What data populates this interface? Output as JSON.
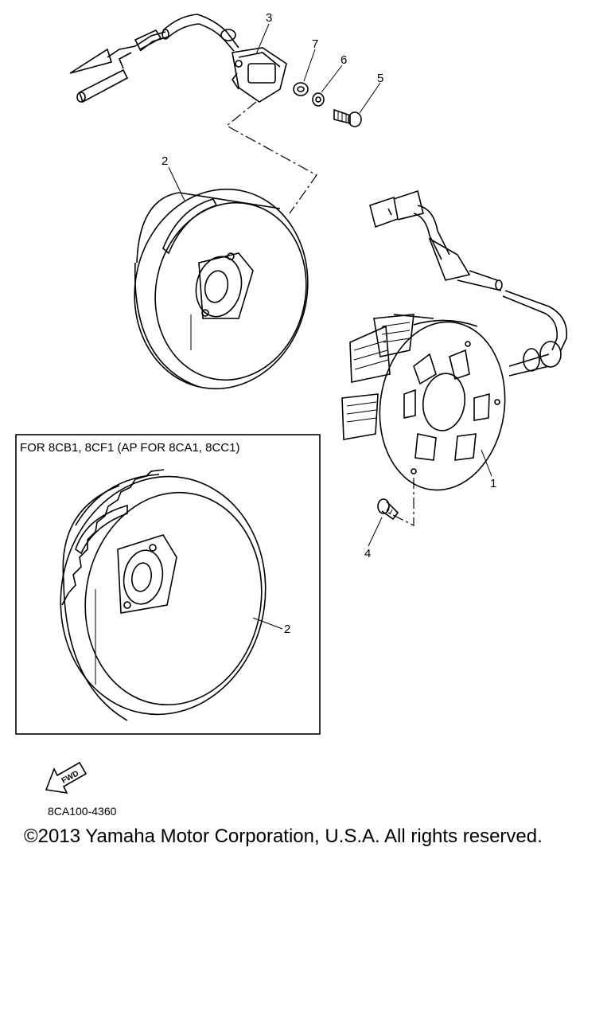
{
  "inset": {
    "title": "FOR 8CB1, 8CF1 (AP FOR 8CA1, 8CC1)"
  },
  "callouts": {
    "stator": "1",
    "rotor": "2",
    "rotor_alt": "2",
    "pickup_coil": "3",
    "stator_screw": "4",
    "pickup_bolt": "5",
    "pickup_washer": "6",
    "pickup_grommet": "7"
  },
  "fwd_arrow": {
    "label": "FWD",
    "icon": "fwd-arrow-icon"
  },
  "figure_code": "8CA100-4360",
  "copyright": "©2013 Yamaha Motor Corporation, U.S.A. All rights reserved."
}
